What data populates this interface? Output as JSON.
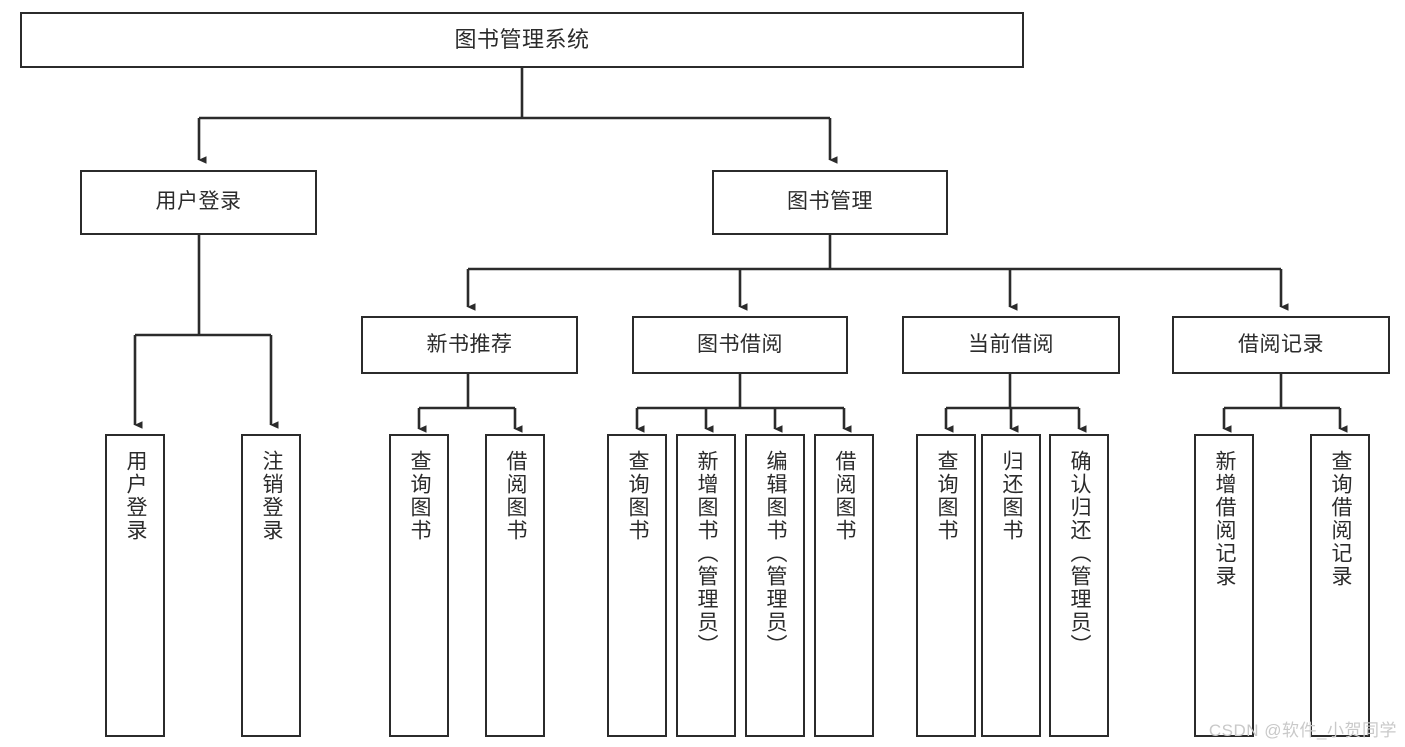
{
  "diagram": {
    "title": "图书管理系统",
    "type": "tree-hierarchy",
    "colors": {
      "background": "#ffffff",
      "box_border": "#2b2b2b",
      "box_fill": "#ffffff",
      "text": "#2b2b2b",
      "connector": "#2b2b2b",
      "watermark": "#c9c9c9"
    },
    "root": {
      "label": "图书管理系统"
    },
    "level1": [
      {
        "label": "用户登录"
      },
      {
        "label": "图书管理"
      }
    ],
    "level2": [
      {
        "label": "新书推荐"
      },
      {
        "label": "图书借阅"
      },
      {
        "label": "当前借阅"
      },
      {
        "label": "借阅记录"
      }
    ],
    "leaves": {
      "user_login": [
        {
          "label": "用户登录"
        },
        {
          "label": "注销登录"
        }
      ],
      "new_book_recommend": [
        {
          "label": "查询图书"
        },
        {
          "label": "借阅图书"
        }
      ],
      "book_borrow": [
        {
          "label": "查询图书"
        },
        {
          "label": "新增图书（管理员）"
        },
        {
          "label": "编辑图书（管理员）"
        },
        {
          "label": "借阅图书"
        }
      ],
      "current_borrow": [
        {
          "label": "查询图书"
        },
        {
          "label": "归还图书"
        },
        {
          "label": "确认归还（管理员）"
        }
      ],
      "borrow_record": [
        {
          "label": "新增借阅记录"
        },
        {
          "label": "查询借阅记录"
        }
      ]
    }
  },
  "watermark": {
    "text": "CSDN @软件_小贺同学"
  }
}
